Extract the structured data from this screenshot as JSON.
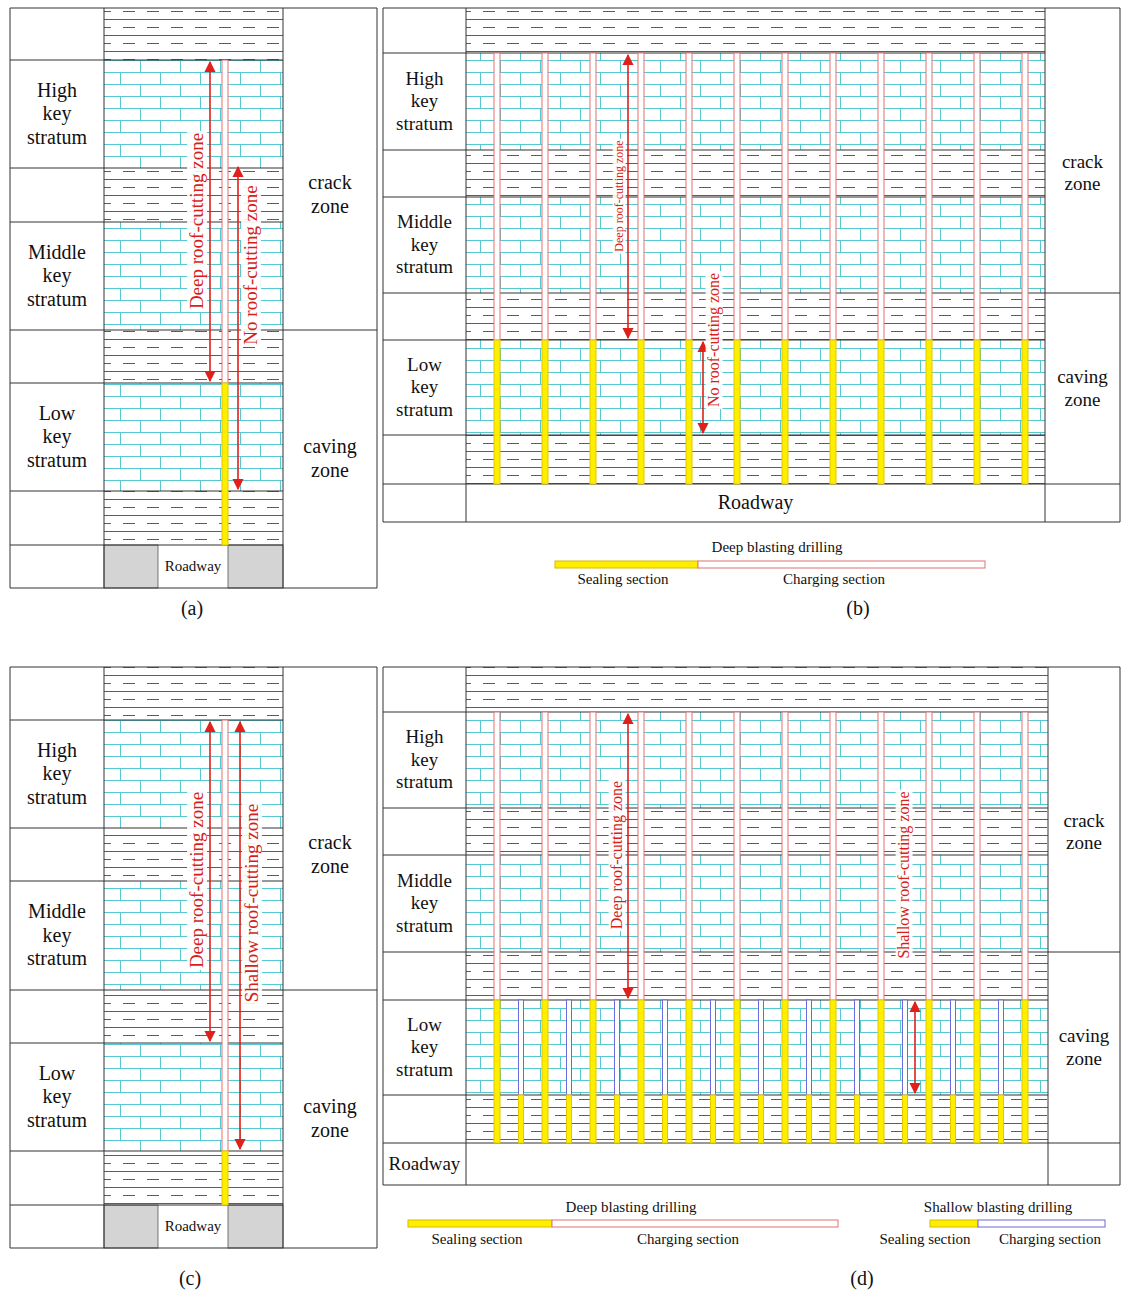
{
  "diagram": {
    "nodes": [
      {
        "text": [
          "High key stratum"
        ]
      },
      {
        "text": [
          "Middle key stratum"
        ]
      },
      {
        "text": [
          "Low key stratum"
        ]
      },
      {
        "text": [
          "crack zone"
        ]
      },
      {
        "text": [
          "caving zone"
        ]
      },
      {
        "text": [
          "Roadway"
        ]
      },
      {
        "text": [
          "High key stratum"
        ]
      },
      {
        "text": [
          "Middle key stratum"
        ]
      },
      {
        "text": [
          "Low key stratum"
        ]
      },
      {
        "text": [
          "crack zone"
        ]
      },
      {
        "text": [
          "caving zone"
        ]
      },
      {
        "text": [
          "Roadway"
        ]
      },
      {
        "text": [
          "High key stratum"
        ]
      },
      {
        "text": [
          "Middle key stratum"
        ]
      },
      {
        "text": [
          "Low key stratum"
        ]
      },
      {
        "text": [
          "crack zone"
        ]
      },
      {
        "text": [
          "caving zone"
        ]
      },
      {
        "text": [
          "Roadway"
        ]
      },
      {
        "text": [
          "High key stratum"
        ]
      },
      {
        "text": [
          "Middle key stratum"
        ]
      },
      {
        "text": [
          "Low key stratum"
        ]
      },
      {
        "text": [
          "crack zone"
        ]
      },
      {
        "text": [
          "caving zone"
        ]
      },
      {
        "text": [
          "Roadway"
        ]
      }
    ],
    "labels": [
      "Deep roof-cutting zone",
      "No roof-cutting zone",
      "(a)",
      "Deep roof-cutting zone",
      "No roof-cutting zone",
      "Deep blasting drilling",
      "(b)",
      "Deep roof-cutting zone",
      "Shallow roof-cutting zone",
      "(c)",
      "Deep roof-cutting zone",
      "Shallow roof-cutting zone",
      "Deep blasting drilling",
      "Shallow blasting drilling",
      "(d)"
    ],
    "legend": [
      {
        "text": "Sealing section",
        "color": "#ffee00"
      },
      {
        "text": "Charging section"
      },
      {
        "text": "Sealing section",
        "color": "#ffee00"
      },
      {
        "text": "Charging section"
      },
      {
        "text": "Sealing section",
        "color": "#ffee00"
      },
      {
        "text": "Charging section"
      }
    ]
  }
}
